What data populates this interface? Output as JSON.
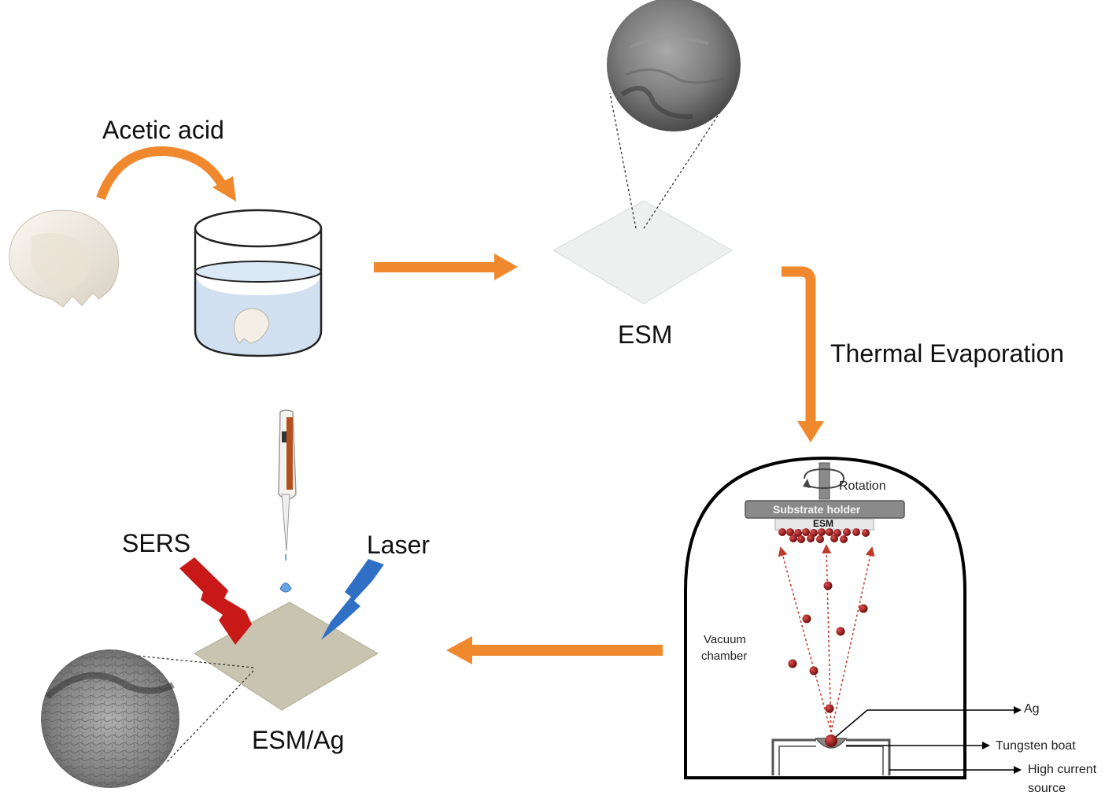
{
  "labels": {
    "acetic_acid": "Acetic acid",
    "esm": "ESM",
    "thermal_evaporation": "Thermal Evaporation",
    "sers": "SERS",
    "laser": "Laser",
    "esm_ag": "ESM/Ag",
    "rotation": "Rotation",
    "substrate_holder": "Substrate holder",
    "esm_small": "ESM",
    "vacuum_chamber_1": "Vacuum",
    "vacuum_chamber_2": "chamber",
    "ag": "Ag",
    "tungsten_boat": "Tungsten boat",
    "high_current_1": "High current",
    "high_current_2": "source"
  },
  "colors": {
    "arrow_orange": "#f0892e",
    "water": "#c9dbef",
    "sers_red": "#c81818",
    "laser_blue": "#2f6fc4",
    "ag_particle": "#8e1414",
    "holder_gray": "#8a8a8a",
    "esm_ag_sheet": "#c8c4b0",
    "esm_sheet": "#eef0f0"
  },
  "icons": {
    "eggshell": "eggshell-icon",
    "beaker": "beaker-icon",
    "pipette": "pipette-icon",
    "sem_inset": "sem-magnifier-icon"
  }
}
